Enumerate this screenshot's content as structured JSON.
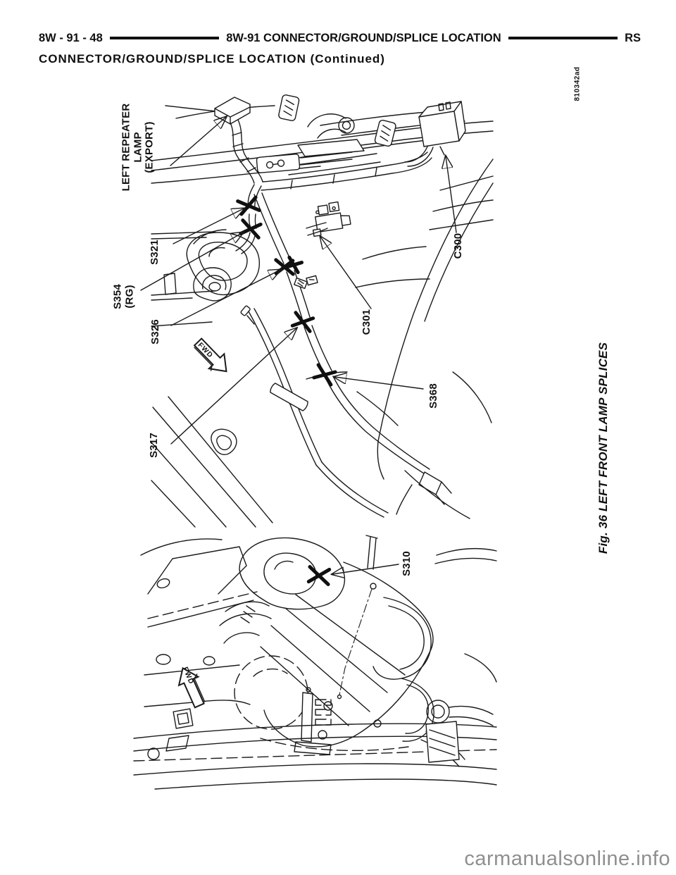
{
  "header": {
    "page_number": "8W - 91 - 48",
    "title": "8W-91 CONNECTOR/GROUND/SPLICE LOCATION",
    "region_code": "RS",
    "continued_line": "CONNECTOR/GROUND/SPLICE LOCATION (Continued)"
  },
  "figure_top": {
    "image_code": "810342ad",
    "labels": {
      "left_repeater_lamp": "LEFT REPEATER\nLAMP\n(EXPORT)",
      "s321": "S321",
      "s354": "S354\n(RG)",
      "s326": "S326",
      "s317": "S317",
      "c300": "C300",
      "c301": "C301",
      "s368": "S368",
      "fwd": "FWD"
    }
  },
  "figure_bottom": {
    "labels": {
      "s310": "S310",
      "fwd": "FWD"
    }
  },
  "caption": "Fig. 36 LEFT FRONT LAMP SPLICES",
  "watermark": "carmanualsonline.info",
  "colors": {
    "ink": "#1b1b1b",
    "watermark_gray": "#8f8f8f",
    "paper": "#ffffff"
  }
}
